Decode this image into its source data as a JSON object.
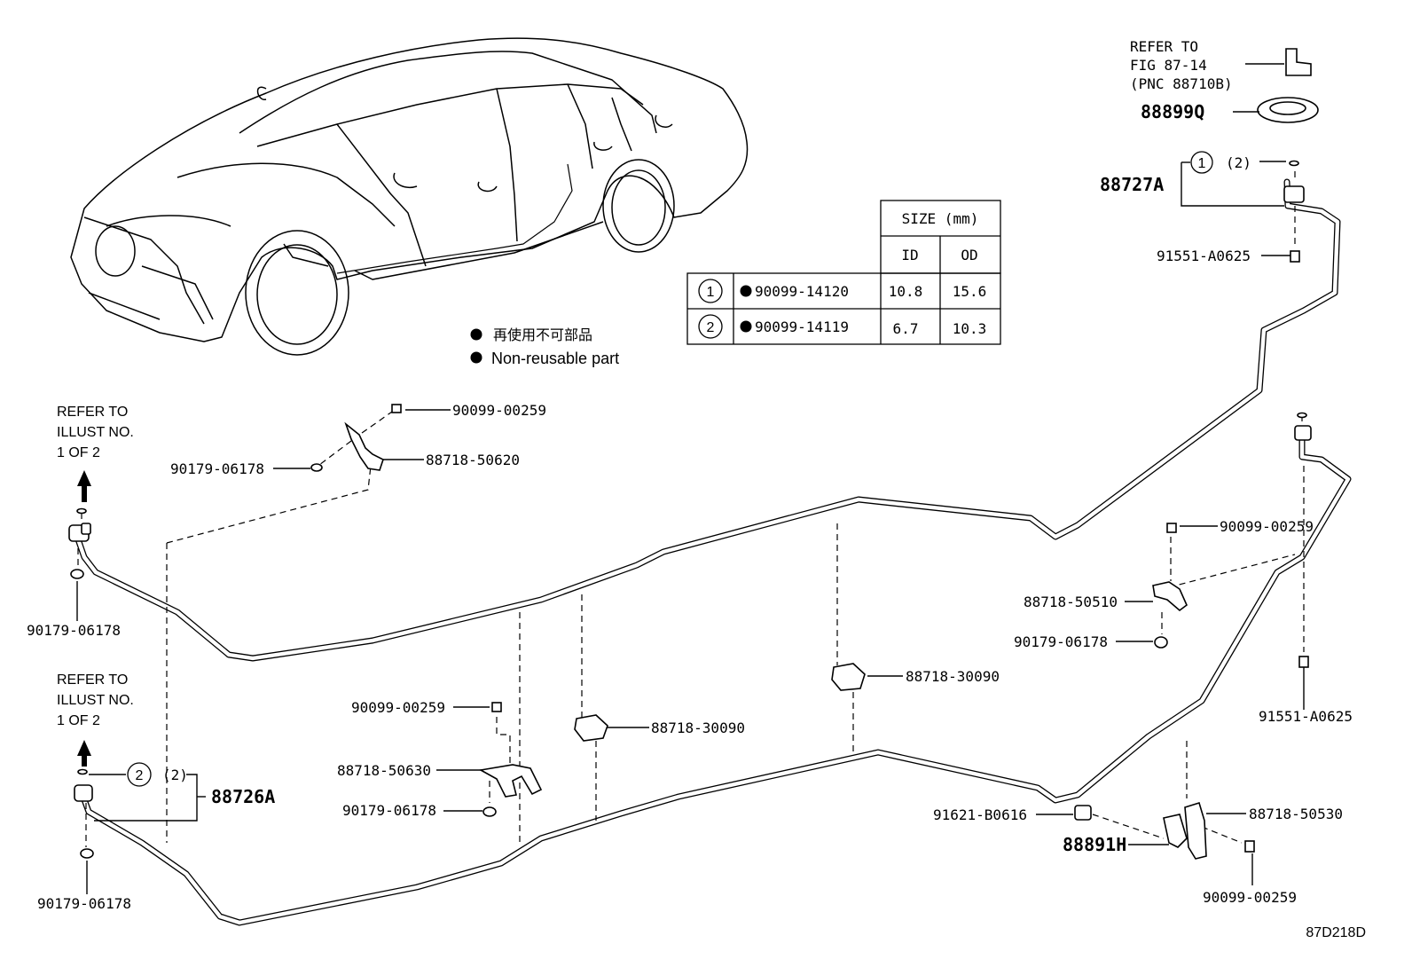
{
  "refer_fig": {
    "line1": "REFER TO",
    "line2": "FIG 87-14",
    "line3": "(PNC 88710B)"
  },
  "refer_illust_top": {
    "line1": "REFER TO",
    "line2": "ILLUST NO.",
    "line3": "1 OF 2"
  },
  "refer_illust_bottom": {
    "line1": "REFER TO",
    "line2": "ILLUST NO.",
    "line3": "1 OF 2"
  },
  "legend": {
    "jp": "再使用不可部品",
    "en": "Non-reusable part"
  },
  "size_table": {
    "header": "SIZE (mm)",
    "col_id": "ID",
    "col_od": "OD",
    "rows": [
      {
        "index": "1",
        "part": "90099-14120",
        "id": "10.8",
        "od": "15.6"
      },
      {
        "index": "2",
        "part": "90099-14119",
        "id": "6.7",
        "od": "10.3"
      }
    ]
  },
  "callouts": {
    "p88899Q": "88899Q",
    "p88727A": "88727A",
    "oring_note_1": "(2)",
    "p91551_top": "91551-A0625",
    "p90099_top": "90099-00259",
    "p88718_50620": "88718-50620",
    "p90179_clip": "90179-06178",
    "p90179_left_top": "90179-06178",
    "p90099_right": "90099-00259",
    "p88718_50510": "88718-50510",
    "p90179_right": "90179-06178",
    "p91551_right": "91551-A0625",
    "p88718_30090_right": "88718-30090",
    "p88718_30090_mid": "88718-30090",
    "p90099_mid": "90099-00259",
    "p88718_50630": "88718-50630",
    "p90179_mid": "90179-06178",
    "oring_note_2": "(2)",
    "p88726A": "88726A",
    "p90179_left_bottom": "90179-06178",
    "p91621": "91621-B0616",
    "p88718_50530": "88718-50530",
    "p88891H": "88891H",
    "p90099_bottom": "90099-00259"
  },
  "figure_code": "87D218D"
}
